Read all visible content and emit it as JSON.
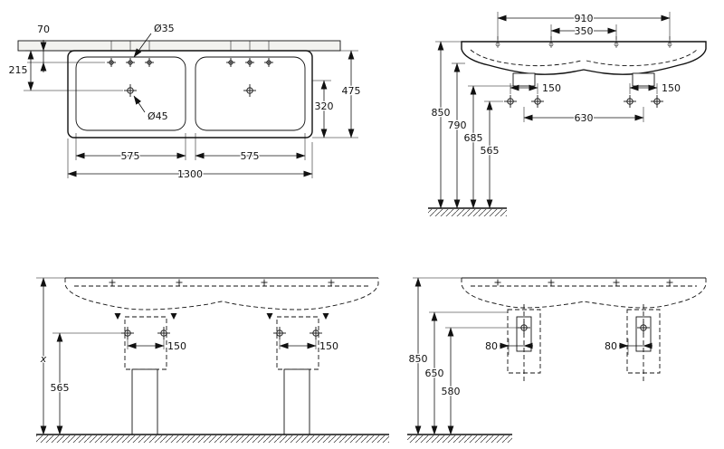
{
  "drawing": {
    "plan": {
      "offset_tap": "70",
      "offset_drain": "215",
      "tap_hole_dia": "Ø35",
      "drain_dia": "Ø45",
      "depth_total": "475",
      "depth_bowl": "320",
      "bowl_left_width": "575",
      "bowl_right_width": "575",
      "total_width": "1300"
    },
    "front": {
      "anchor_span": "910",
      "anchor_inner_span": "350",
      "fix_pair_left": "150",
      "fix_pair_right": "150",
      "fix_span": "630",
      "rim_height": "850",
      "underside_height": "790",
      "boss_height": "685",
      "fix_height": "565"
    },
    "install_front": {
      "rim_height": "x",
      "trap_height": "565",
      "fix_pair_left": "150",
      "fix_pair_right": "150"
    },
    "install_side": {
      "rim_height": "850",
      "bracket_height": "650",
      "trap_height": "580",
      "offset_left": "80",
      "offset_right": "80"
    }
  }
}
